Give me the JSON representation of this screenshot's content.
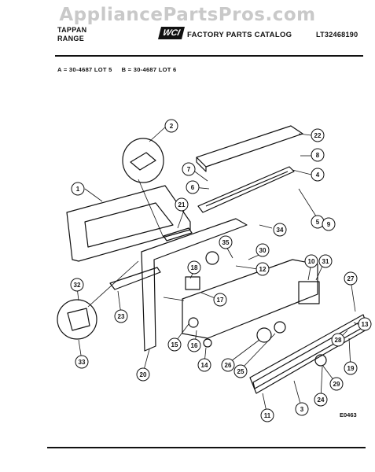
{
  "watermark": "AppliancePartsPros.com",
  "header": {
    "brand": "TAPPAN",
    "category": "RANGE",
    "logo": "WCI",
    "catalog_title": "FACTORY PARTS CATALOG",
    "catalog_number": "LT32468190",
    "models": "A = 30-4687 LOT 5     B = 30-4687 LOT 6"
  },
  "diagram": {
    "figure_code": "E0463",
    "callouts": [
      "1",
      "2",
      "3",
      "4",
      "5",
      "6",
      "7",
      "8",
      "9",
      "10",
      "11",
      "12",
      "13",
      "14",
      "15",
      "16",
      "17",
      "18",
      "19",
      "20",
      "21",
      "22",
      "23",
      "24",
      "25",
      "26",
      "27",
      "28",
      "29",
      "30",
      "31",
      "32",
      "33",
      "34",
      "35"
    ]
  }
}
